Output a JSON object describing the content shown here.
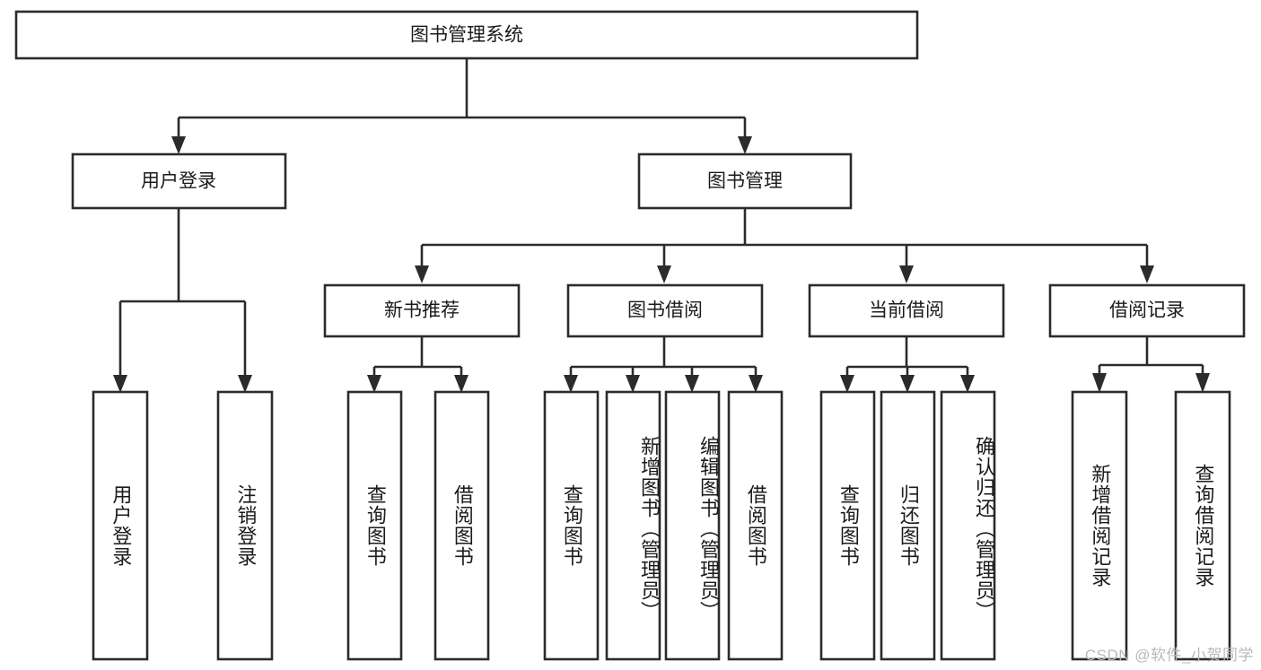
{
  "diagram": {
    "type": "tree",
    "title": "图书管理系统",
    "orientation": "top-down",
    "style": {
      "box_fill": "#ffffff",
      "box_stroke": "#2b2b2b",
      "line_color": "#2b2b2b",
      "text_color": "#1b1b1b",
      "background": "#ffffff",
      "watermark_color": "#b9b9b9"
    },
    "nodes": {
      "root": {
        "label": "图书管理系统",
        "level": 1,
        "orient": "horizontal"
      },
      "l2": [
        {
          "id": "user_login",
          "label": "用户登录",
          "level": 2,
          "orient": "horizontal"
        },
        {
          "id": "book_manage",
          "label": "图书管理",
          "level": 2,
          "orient": "horizontal"
        }
      ],
      "l3": [
        {
          "id": "new_book_rec",
          "label": "新书推荐",
          "level": 3,
          "orient": "horizontal"
        },
        {
          "id": "book_borrow",
          "label": "图书借阅",
          "level": 3,
          "orient": "horizontal"
        },
        {
          "id": "current_borrow",
          "label": "当前借阅",
          "level": 3,
          "orient": "horizontal"
        },
        {
          "id": "borrow_record",
          "label": "借阅记录",
          "level": 3,
          "orient": "horizontal"
        }
      ],
      "leaves": [
        {
          "id": "leaf_user_login",
          "label": "用户登录",
          "parent": "user_login",
          "orient": "vertical"
        },
        {
          "id": "leaf_logout",
          "label": "注销登录",
          "parent": "user_login",
          "orient": "vertical"
        },
        {
          "id": "leaf_query_book_1",
          "label": "查询图书",
          "parent": "new_book_rec",
          "orient": "vertical"
        },
        {
          "id": "leaf_borrow_book_1",
          "label": "借阅图书",
          "parent": "new_book_rec",
          "orient": "vertical"
        },
        {
          "id": "leaf_query_book_2",
          "label": "查询图书",
          "parent": "book_borrow",
          "orient": "vertical"
        },
        {
          "id": "leaf_add_book",
          "label": "新增图书（管理员）",
          "parent": "book_borrow",
          "orient": "vertical"
        },
        {
          "id": "leaf_edit_book",
          "label": "编辑图书（管理员）",
          "parent": "book_borrow",
          "orient": "vertical"
        },
        {
          "id": "leaf_borrow_book_2",
          "label": "借阅图书",
          "parent": "book_borrow",
          "orient": "vertical"
        },
        {
          "id": "leaf_query_book_3",
          "label": "查询图书",
          "parent": "current_borrow",
          "orient": "vertical"
        },
        {
          "id": "leaf_return_book",
          "label": "归还图书",
          "parent": "current_borrow",
          "orient": "vertical"
        },
        {
          "id": "leaf_confirm_return",
          "label": "确认归还（管理员）",
          "parent": "current_borrow",
          "orient": "vertical"
        },
        {
          "id": "leaf_add_record",
          "label": "新增借阅记录",
          "parent": "borrow_record",
          "orient": "vertical"
        },
        {
          "id": "leaf_query_record",
          "label": "查询借阅记录",
          "parent": "borrow_record",
          "orient": "vertical"
        }
      ]
    },
    "edges": [
      {
        "from": "root",
        "to": "user_login"
      },
      {
        "from": "root",
        "to": "book_manage"
      },
      {
        "from": "user_login",
        "to": "leaf_user_login"
      },
      {
        "from": "user_login",
        "to": "leaf_logout"
      },
      {
        "from": "book_manage",
        "to": "new_book_rec"
      },
      {
        "from": "book_manage",
        "to": "book_borrow"
      },
      {
        "from": "book_manage",
        "to": "current_borrow"
      },
      {
        "from": "book_manage",
        "to": "borrow_record"
      },
      {
        "from": "new_book_rec",
        "to": "leaf_query_book_1"
      },
      {
        "from": "new_book_rec",
        "to": "leaf_borrow_book_1"
      },
      {
        "from": "book_borrow",
        "to": "leaf_query_book_2"
      },
      {
        "from": "book_borrow",
        "to": "leaf_add_book"
      },
      {
        "from": "book_borrow",
        "to": "leaf_edit_book"
      },
      {
        "from": "book_borrow",
        "to": "leaf_borrow_book_2"
      },
      {
        "from": "current_borrow",
        "to": "leaf_query_book_3"
      },
      {
        "from": "current_borrow",
        "to": "leaf_return_book"
      },
      {
        "from": "current_borrow",
        "to": "leaf_confirm_return"
      },
      {
        "from": "borrow_record",
        "to": "leaf_add_record"
      },
      {
        "from": "borrow_record",
        "to": "leaf_query_record"
      }
    ]
  },
  "watermark": {
    "text": "CSDN @软件_小贺同学"
  }
}
